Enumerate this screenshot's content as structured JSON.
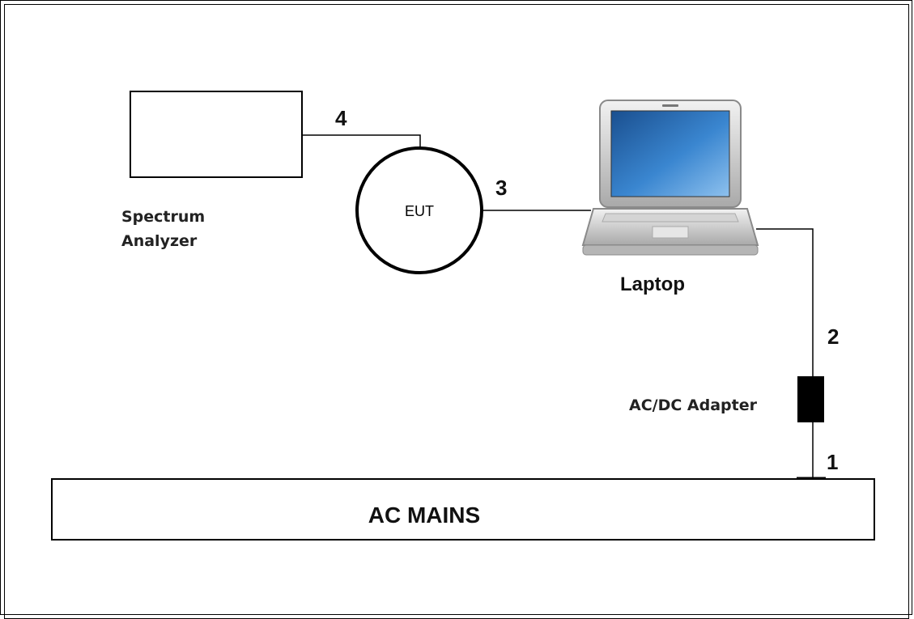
{
  "diagram": {
    "spectrum_analyzer": {
      "line1": "Spectrum",
      "line2": "Analyzer"
    },
    "eut": {
      "label": "EUT"
    },
    "laptop": {
      "label": "Laptop"
    },
    "adapter": {
      "label": "AC/DC Adapter"
    },
    "ac_mains": {
      "label": "AC MAINS"
    },
    "cables": {
      "c1": "1",
      "c2": "2",
      "c3": "3",
      "c4": "4"
    }
  },
  "colors": {
    "line": "#000000",
    "laptop_screen": "#2f6fb3",
    "laptop_body": "#c8c8c8"
  }
}
